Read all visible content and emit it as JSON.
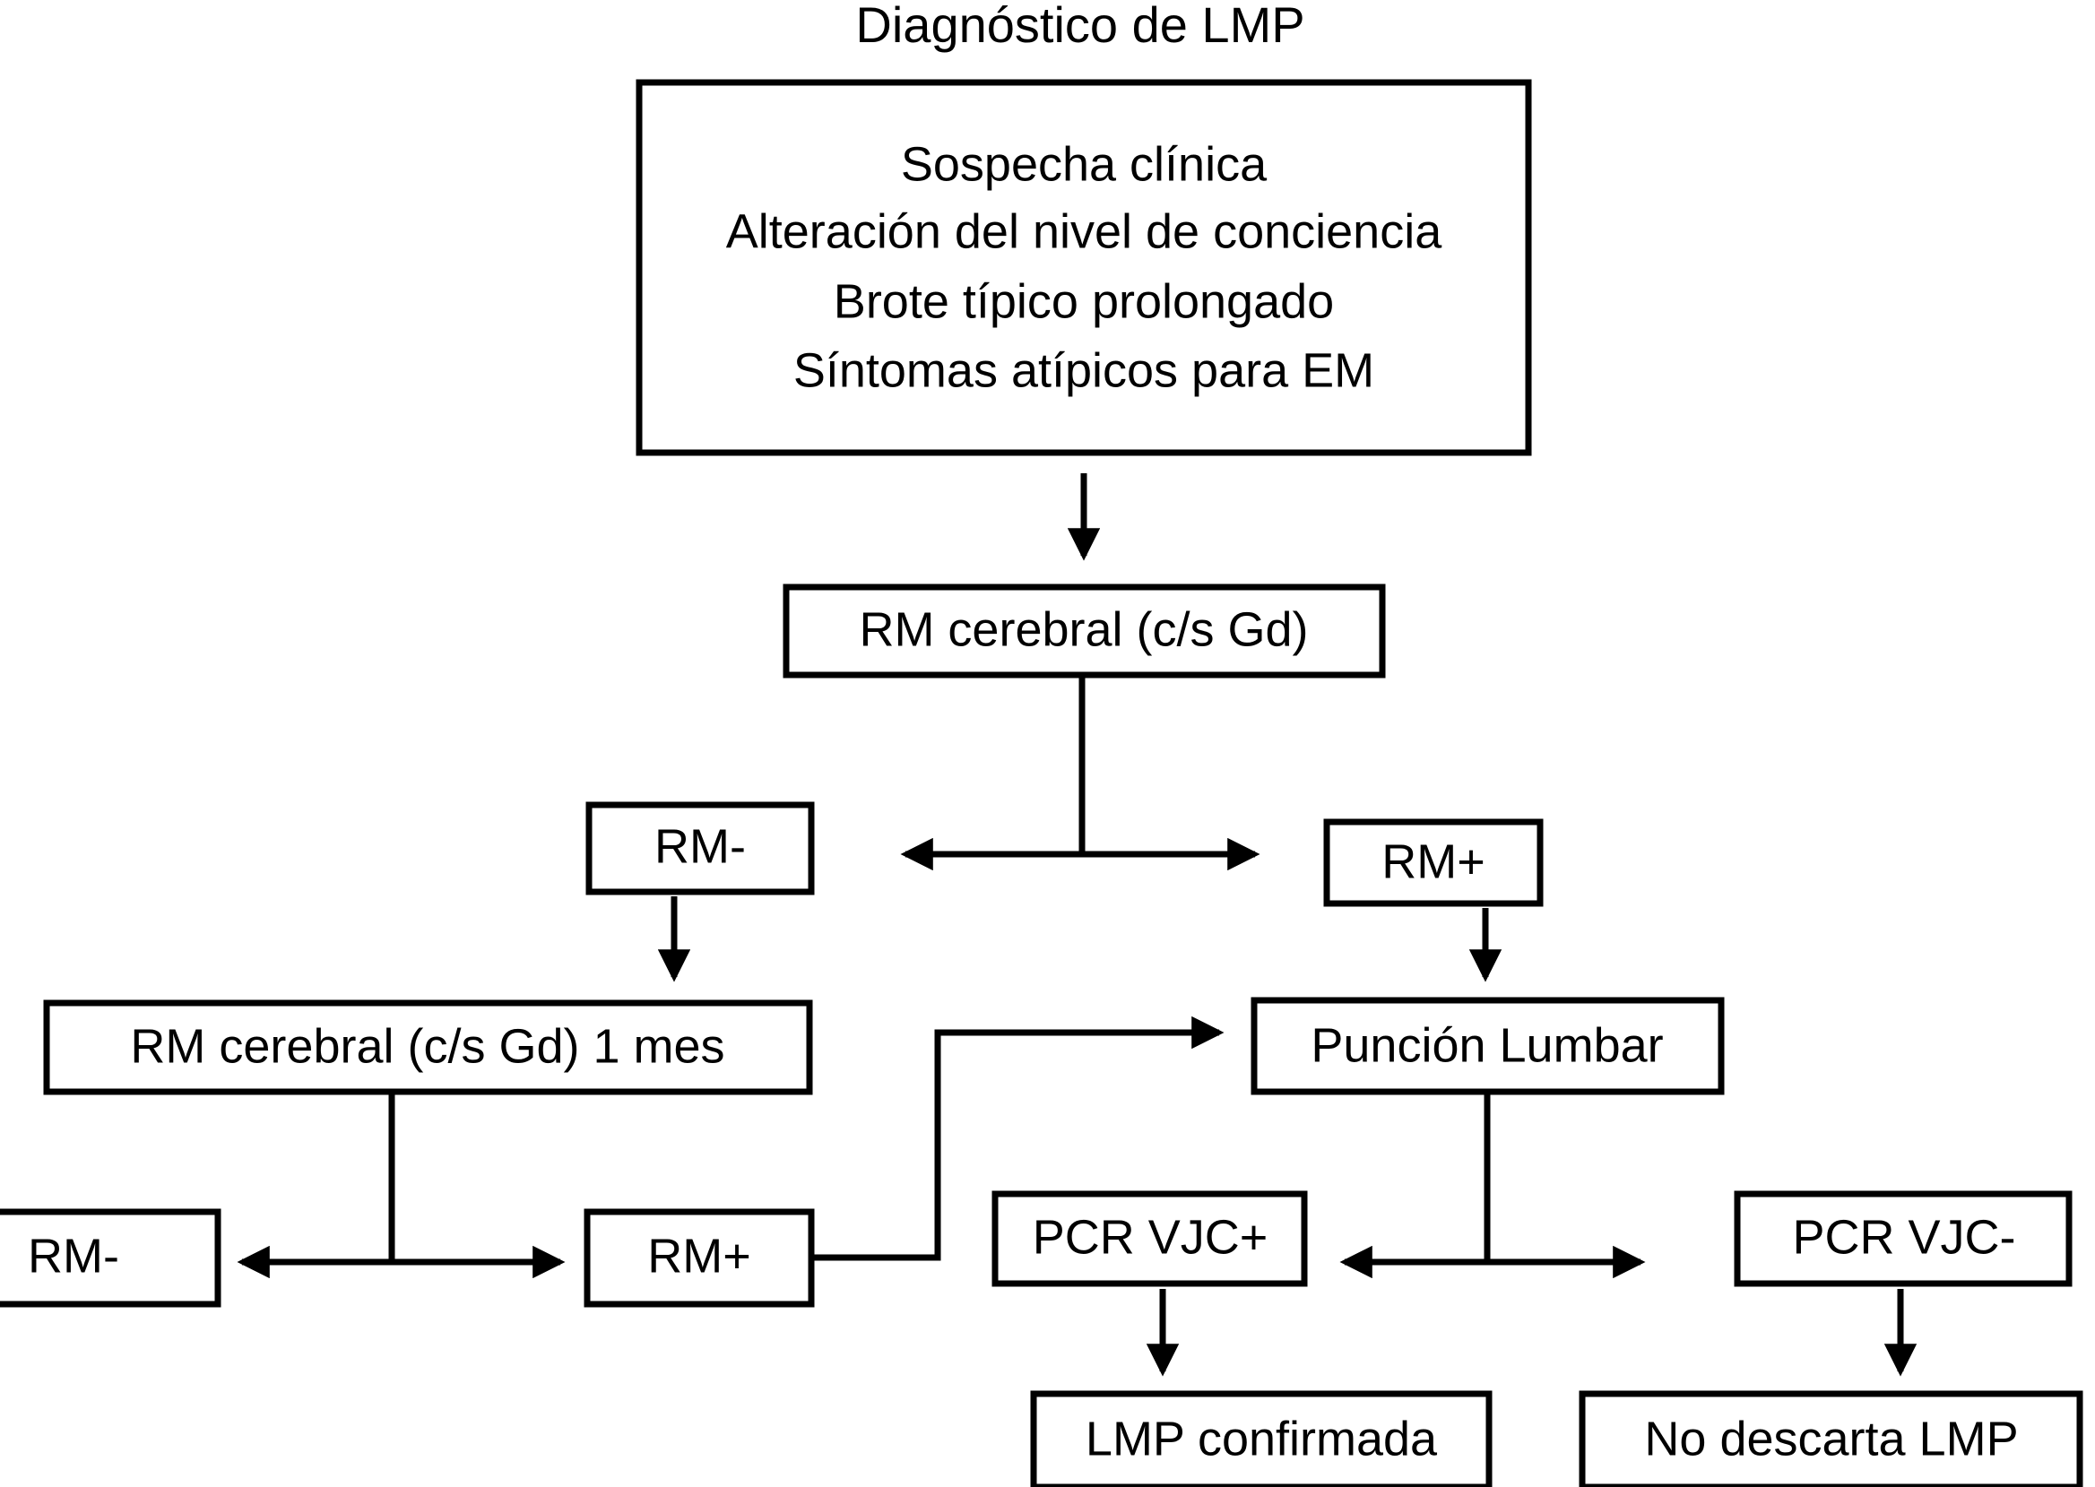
{
  "chart_data": {
    "type": "diagram",
    "title": "Diagnóstico de LMP",
    "diagram_kind": "flowchart",
    "nodes": [
      {
        "id": "sospecha",
        "label": "Sospecha clínica\nAlteración del nivel de conciencia\nBrote típico prolongado\nSíntomas atípicos para EM"
      },
      {
        "id": "rm_cerebral",
        "label": "RM cerebral (c/s Gd)"
      },
      {
        "id": "rm_neg_1",
        "label": "RM-"
      },
      {
        "id": "rm_pos_1",
        "label": "RM+"
      },
      {
        "id": "rm_cerebral_1mes",
        "label": "RM cerebral (c/s Gd) 1 mes"
      },
      {
        "id": "puncion_lumbar",
        "label": "Punción Lumbar"
      },
      {
        "id": "rm_neg_2",
        "label": "RM-"
      },
      {
        "id": "rm_pos_2",
        "label": "RM+"
      },
      {
        "id": "pcr_vjc_pos",
        "label": "PCR VJC+"
      },
      {
        "id": "pcr_vjc_neg",
        "label": "PCR VJC-"
      },
      {
        "id": "lmp_confirmada",
        "label": "LMP confirmada"
      },
      {
        "id": "no_descarta",
        "label": "No descarta LMP"
      }
    ],
    "edges": [
      {
        "from": "sospecha",
        "to": "rm_cerebral",
        "type": "arrow"
      },
      {
        "from": "rm_cerebral",
        "to": "rm_neg_1",
        "type": "bidirectional-split"
      },
      {
        "from": "rm_cerebral",
        "to": "rm_pos_1",
        "type": "bidirectional-split"
      },
      {
        "from": "rm_neg_1",
        "to": "rm_cerebral_1mes",
        "type": "arrow"
      },
      {
        "from": "rm_pos_1",
        "to": "puncion_lumbar",
        "type": "arrow"
      },
      {
        "from": "rm_cerebral_1mes",
        "to": "rm_neg_2",
        "type": "bidirectional-split"
      },
      {
        "from": "rm_cerebral_1mes",
        "to": "rm_pos_2",
        "type": "bidirectional-split"
      },
      {
        "from": "rm_pos_2",
        "to": "puncion_lumbar",
        "type": "elbow-arrow"
      },
      {
        "from": "puncion_lumbar",
        "to": "pcr_vjc_pos",
        "type": "bidirectional-split"
      },
      {
        "from": "puncion_lumbar",
        "to": "pcr_vjc_neg",
        "type": "bidirectional-split"
      },
      {
        "from": "pcr_vjc_pos",
        "to": "lmp_confirmada",
        "type": "arrow"
      },
      {
        "from": "pcr_vjc_neg",
        "to": "no_descarta",
        "type": "arrow"
      }
    ]
  },
  "title": "Diagnóstico de LMP",
  "boxes": {
    "sospecha": {
      "line1": "Sospecha clínica",
      "line2": "Alteración del nivel de conciencia",
      "line3": "Brote típico prolongado",
      "line4": "Síntomas atípicos para EM"
    },
    "rm_cerebral": "RM cerebral (c/s Gd)",
    "rm_neg_1": "RM-",
    "rm_pos_1": "RM+",
    "rm_cerebral_1mes": "RM cerebral (c/s Gd) 1 mes",
    "puncion_lumbar": "Punción Lumbar",
    "rm_neg_2": "RM-",
    "rm_pos_2": "RM+",
    "pcr_vjc_pos": "PCR VJC+",
    "pcr_vjc_neg": "PCR VJC-",
    "lmp_confirmada": "LMP confirmada",
    "no_descarta": "No descarta LMP"
  },
  "colors": {
    "stroke": "#000000",
    "fill": "#ffffff",
    "text": "#000000"
  }
}
